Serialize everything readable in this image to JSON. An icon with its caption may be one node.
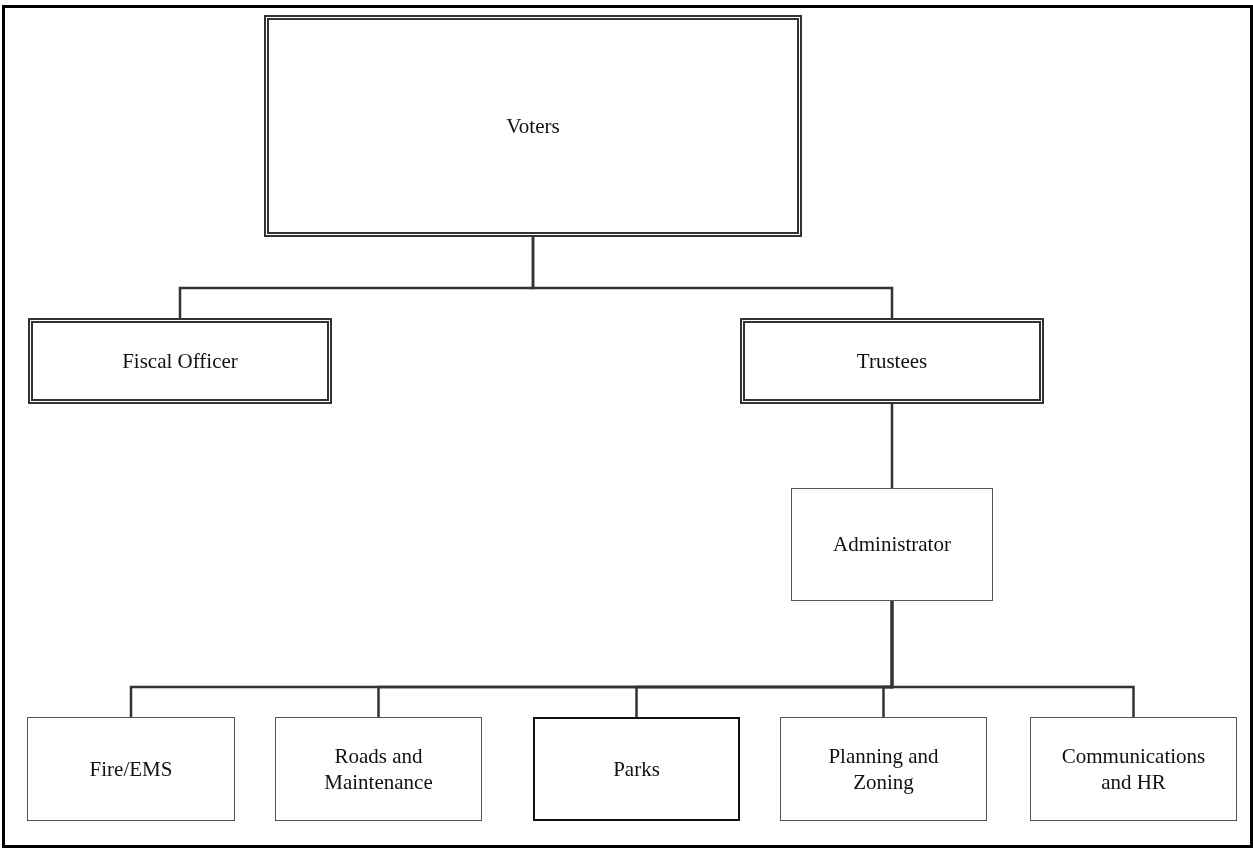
{
  "diagram": {
    "nodes": [
      {
        "text": [
          "Voters"
        ]
      },
      {
        "text": [
          "Fiscal Officer"
        ]
      },
      {
        "text": [
          "Trustees"
        ]
      },
      {
        "text": [
          "Administrator"
        ]
      },
      {
        "text": [
          "Fire/EMS"
        ]
      },
      {
        "text": [
          "Roads and Maintenance"
        ]
      },
      {
        "text": [
          "Parks"
        ]
      },
      {
        "text": [
          "Planning and Zoning"
        ]
      },
      {
        "text": [
          "Communications and HR"
        ]
      }
    ],
    "edges": [
      {
        "from": 0,
        "to": 1,
        "arrow": "none"
      },
      {
        "from": 0,
        "to": 2,
        "arrow": "none"
      },
      {
        "from": 2,
        "to": 3,
        "arrow": "none"
      },
      {
        "from": 3,
        "to": 4,
        "arrow": "none"
      },
      {
        "from": 3,
        "to": 5,
        "arrow": "none"
      },
      {
        "from": 3,
        "to": 6,
        "arrow": "none"
      },
      {
        "from": 3,
        "to": 7,
        "arrow": "none"
      },
      {
        "from": 3,
        "to": 8,
        "arrow": "none"
      }
    ]
  }
}
